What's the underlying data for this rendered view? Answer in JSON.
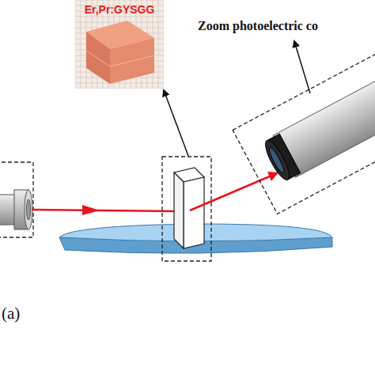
{
  "diagram": {
    "nodes": [
      {
        "text": [
          "Er,Pr:GYSGG"
        ]
      }
    ],
    "labels": [
      "Zoom photoelectric co",
      "(a)"
    ]
  }
}
